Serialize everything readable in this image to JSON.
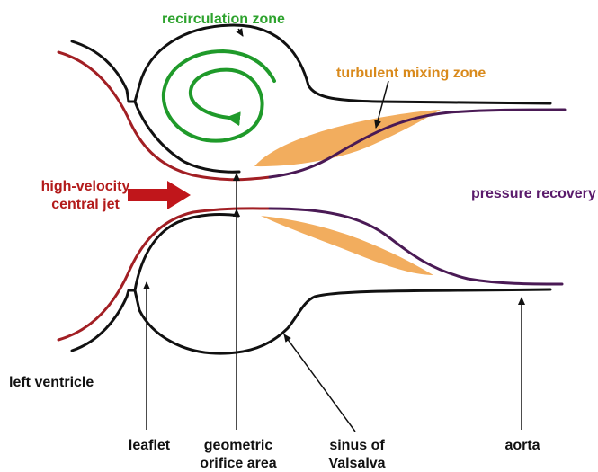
{
  "labels": {
    "recirculation_zone": "recirculation zone",
    "turbulent_mixing_zone": "turbulent mixing zone",
    "jet_line1": "high-velocity",
    "jet_line2": "central jet",
    "pressure_recovery": "pressure recovery",
    "left_ventricle": "left ventricle",
    "leaflet": "leaflet",
    "orifice_line1": "geometric",
    "orifice_line2": "orifice area",
    "sinus_line1": "sinus of",
    "sinus_line2": "Valsalva",
    "aorta": "aorta"
  },
  "colors": {
    "wall": "#111111",
    "jet": "#a21f24",
    "recovery": "#4a1a55",
    "recirculation": "#1f9a2a",
    "turbulence": "#f2ad5e",
    "recirculation_text": "#2ea32e",
    "turbulence_text": "#d98a1c",
    "jet_text": "#b31b1b",
    "recovery_text": "#5a1a6b"
  }
}
